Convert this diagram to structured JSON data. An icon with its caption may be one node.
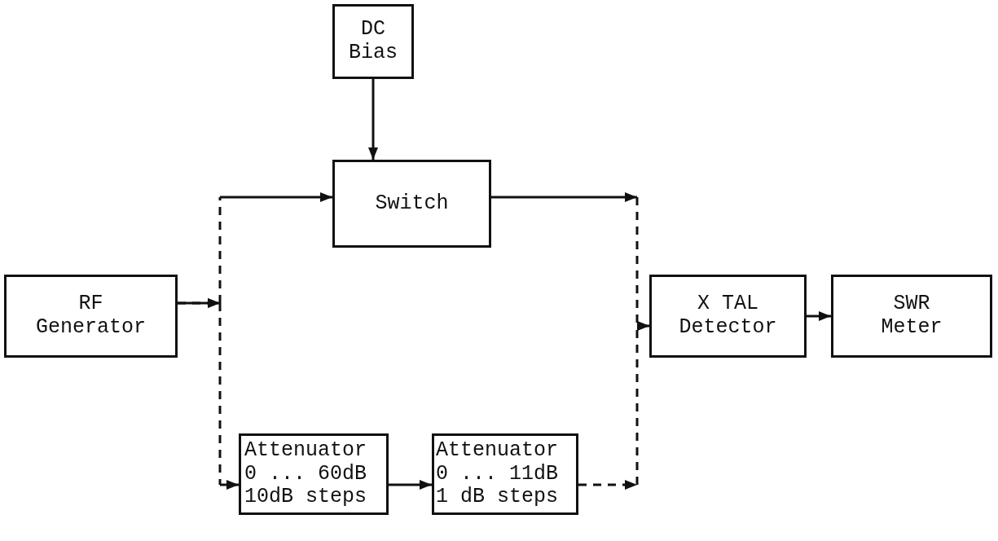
{
  "diagram": {
    "nodes": [
      {
        "text": [
          "DC Bias"
        ]
      },
      {
        "text": [
          "Switch"
        ]
      },
      {
        "text": [
          "RF Generator"
        ]
      },
      {
        "text": [
          "X TAL Detector"
        ]
      },
      {
        "text": [
          "SWR Meter"
        ]
      },
      {
        "text": [
          "Attenuator 0 ... 60dB 10dB steps"
        ]
      },
      {
        "text": [
          "Attenuator 0 ... 11dB 1 dB steps"
        ]
      }
    ],
    "edges": [
      {
        "from": 0,
        "to": 1,
        "arrow": "to"
      },
      {
        "from": 2,
        "to": 1,
        "arrow": "to"
      },
      {
        "from": 2,
        "to": 5,
        "arrow": "to",
        "style": "dashed"
      },
      {
        "from": 1,
        "to": 3,
        "arrow": "to"
      },
      {
        "from": 5,
        "to": 6,
        "arrow": "to"
      },
      {
        "from": 6,
        "to": 3,
        "arrow": "to",
        "style": "dashed"
      },
      {
        "from": 3,
        "to": 4,
        "arrow": "to"
      }
    ]
  }
}
